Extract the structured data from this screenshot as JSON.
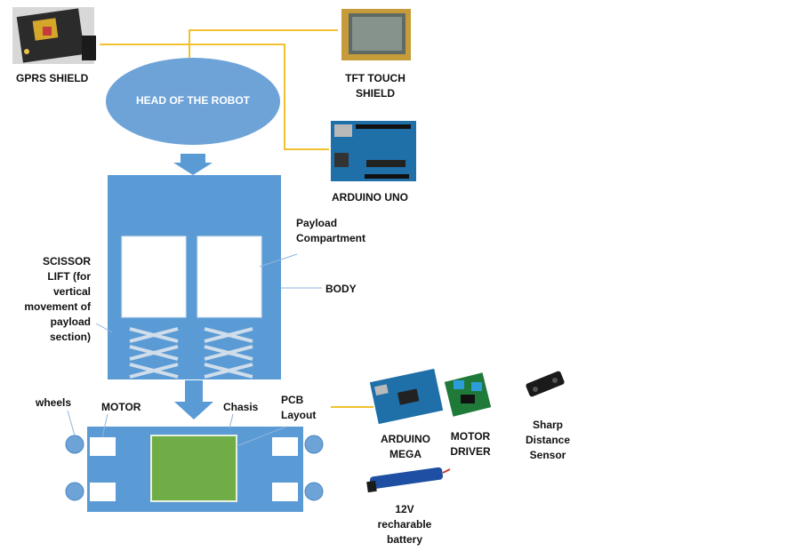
{
  "labels": {
    "gprs_shield": "GPRS SHIELD",
    "tft_touch_shield": "TFT TOUCH SHIELD",
    "head": "HEAD OF THE ROBOT",
    "arduino_uno": "ARDUINO UNO",
    "payload_compartment": "Payload Compartment",
    "body": "BODY",
    "scissor_lift": "SCISSOR LIFT (for vertical movement of payload section)",
    "wheels": "wheels",
    "motor": "MOTOR",
    "chasis": "Chasis",
    "pcb_layout": "PCB Layout",
    "arduino_mega": "ARDUINO MEGA",
    "motor_driver": "MOTOR DRIVER",
    "sharp_sensor": "Sharp Distance Sensor",
    "battery": "12V recharable battery"
  },
  "colors": {
    "block_blue": "#5b9bd5",
    "head_blue": "#6ea3d8",
    "connector_yellow": "#f2c12e",
    "pcb_green": "#70ad47",
    "compartment_white": "#ffffff",
    "leader_line": "#8fb4dd"
  }
}
